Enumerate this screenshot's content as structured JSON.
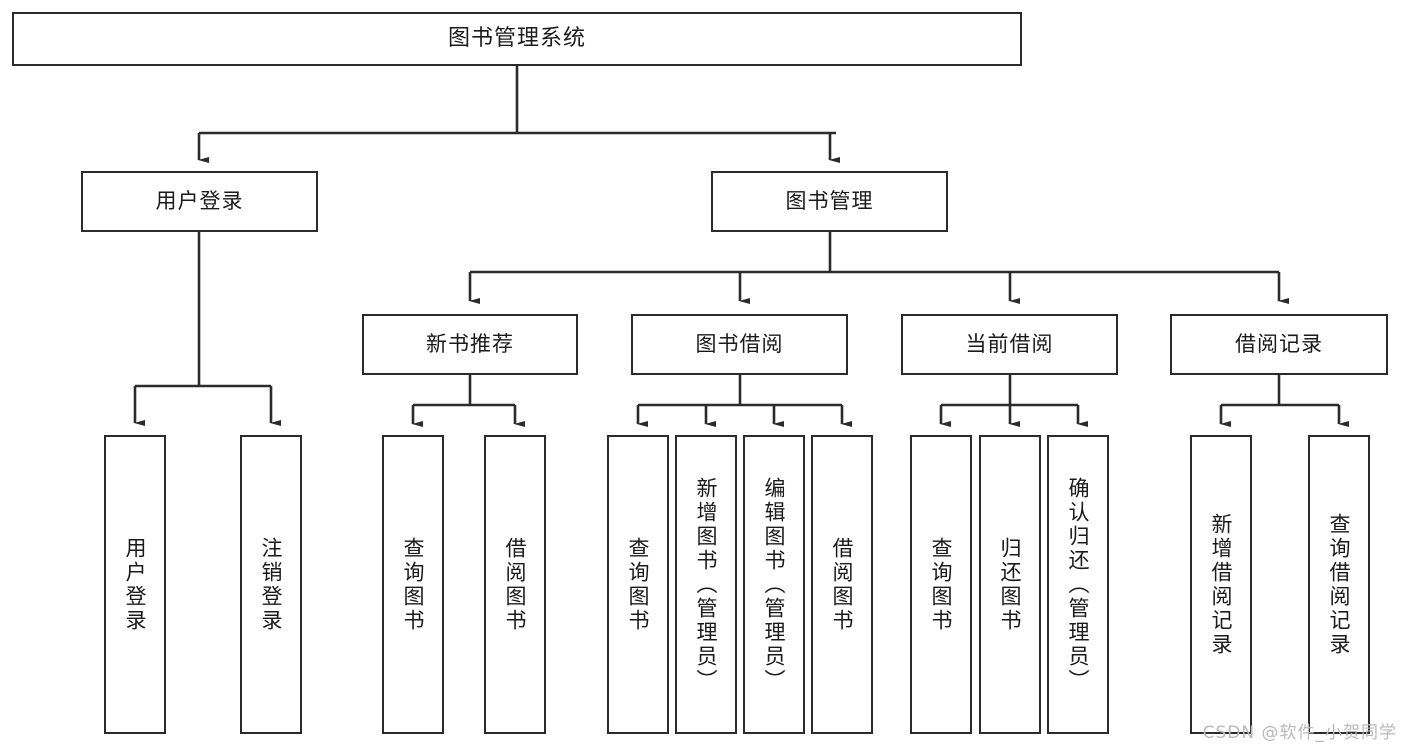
{
  "diagram": {
    "title": "图书管理系统",
    "watermark": "CSDN @软件_小贺同学",
    "colors": {
      "border": "#2b2b2b",
      "fill": "#ffffff",
      "line": "#2b2b2b",
      "text": "#1a1a1a",
      "watermark": "#b9b9b9"
    },
    "nodes": {
      "root": "图书管理系统",
      "level2": [
        "用户登录",
        "图书管理"
      ],
      "level3": [
        "新书推荐",
        "图书借阅",
        "当前借阅",
        "借阅记录"
      ],
      "leaves_user_login": [
        "用户登录",
        "注销登录"
      ],
      "leaves_new_book": [
        "查询图书",
        "借阅图书"
      ],
      "leaves_borrow": [
        "查询图书",
        "新增图书（管理员）",
        "编辑图书（管理员）",
        "借阅图书"
      ],
      "leaves_current": [
        "查询图书",
        "归还图书",
        "确认归还（管理员）"
      ],
      "leaves_record": [
        "新增借阅记录",
        "查询借阅记录"
      ]
    }
  }
}
